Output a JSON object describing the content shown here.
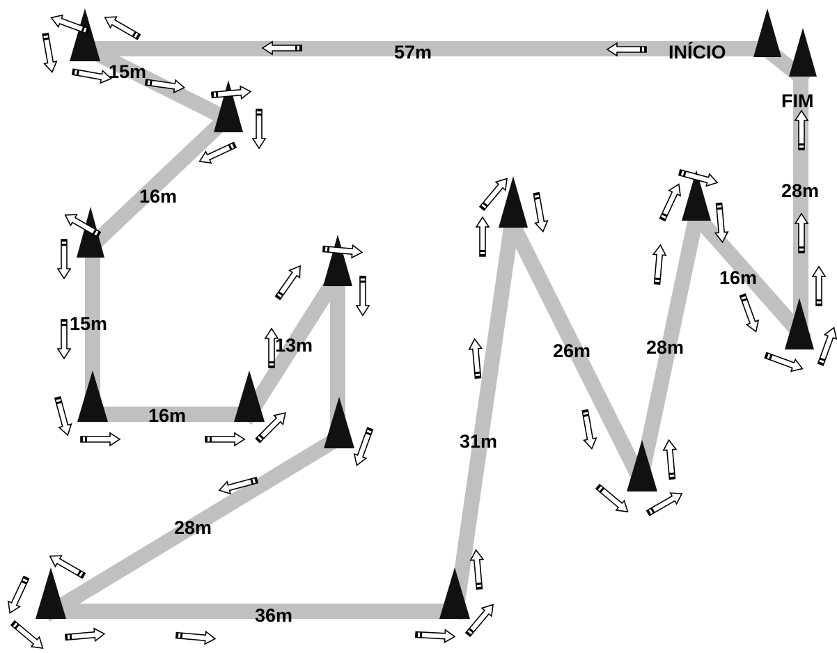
{
  "labels": {
    "start": "INÍCIO",
    "finish": "FIM",
    "seg_57": "57m",
    "seg_15a": "15m",
    "seg_16a": "16m",
    "seg_15b": "15m",
    "seg_16b": "16m",
    "seg_13": "13m",
    "seg_28a": "28m",
    "seg_36": "36m",
    "seg_31": "31m",
    "seg_26": "26m",
    "seg_28b": "28m",
    "seg_16c": "16m",
    "seg_28c": "28m"
  },
  "colors": {
    "path": "#c0c0c0",
    "cone": "#111111",
    "arrow_outline": "#000000",
    "arrow_fill": "#ffffff"
  }
}
